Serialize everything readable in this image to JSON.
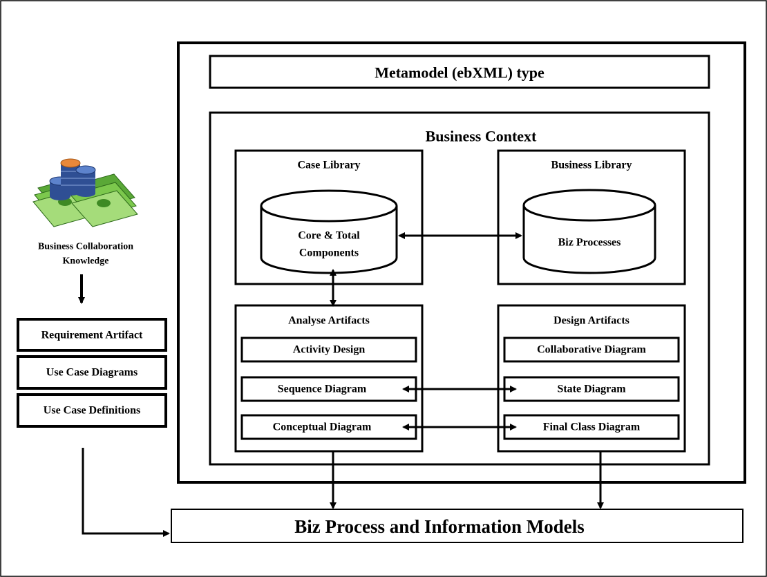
{
  "diagram": {
    "metamodel_label": "Metamodel (ebXML) type",
    "business_context_label": "Business Context",
    "case_library": {
      "title": "Case Library",
      "database_line1": "Core & Total",
      "database_line2": "Components"
    },
    "business_library": {
      "title": "Business Library",
      "database_label": "Biz Processes"
    },
    "analyse_artifacts": {
      "title": "Analyse Artifacts",
      "items": [
        "Activity Design",
        "Sequence Diagram",
        "Conceptual Diagram"
      ]
    },
    "design_artifacts": {
      "title": "Design Artifacts",
      "items": [
        "Collaborative Diagram",
        "State Diagram",
        "Final Class Diagram"
      ]
    },
    "knowledge_line1": "Business Collaboration",
    "knowledge_line2": "Knowledge",
    "left_boxes": [
      "Requirement Artifact",
      "Use Case Diagrams",
      "Use Case Definitions"
    ],
    "output_label": "Biz Process and Information Models"
  },
  "colors": {
    "line": "#000000",
    "background": "#ffffff",
    "money_green": "#6bbf3f",
    "coin_blue": "#3a5ea8",
    "coin_orange": "#e9883a"
  }
}
